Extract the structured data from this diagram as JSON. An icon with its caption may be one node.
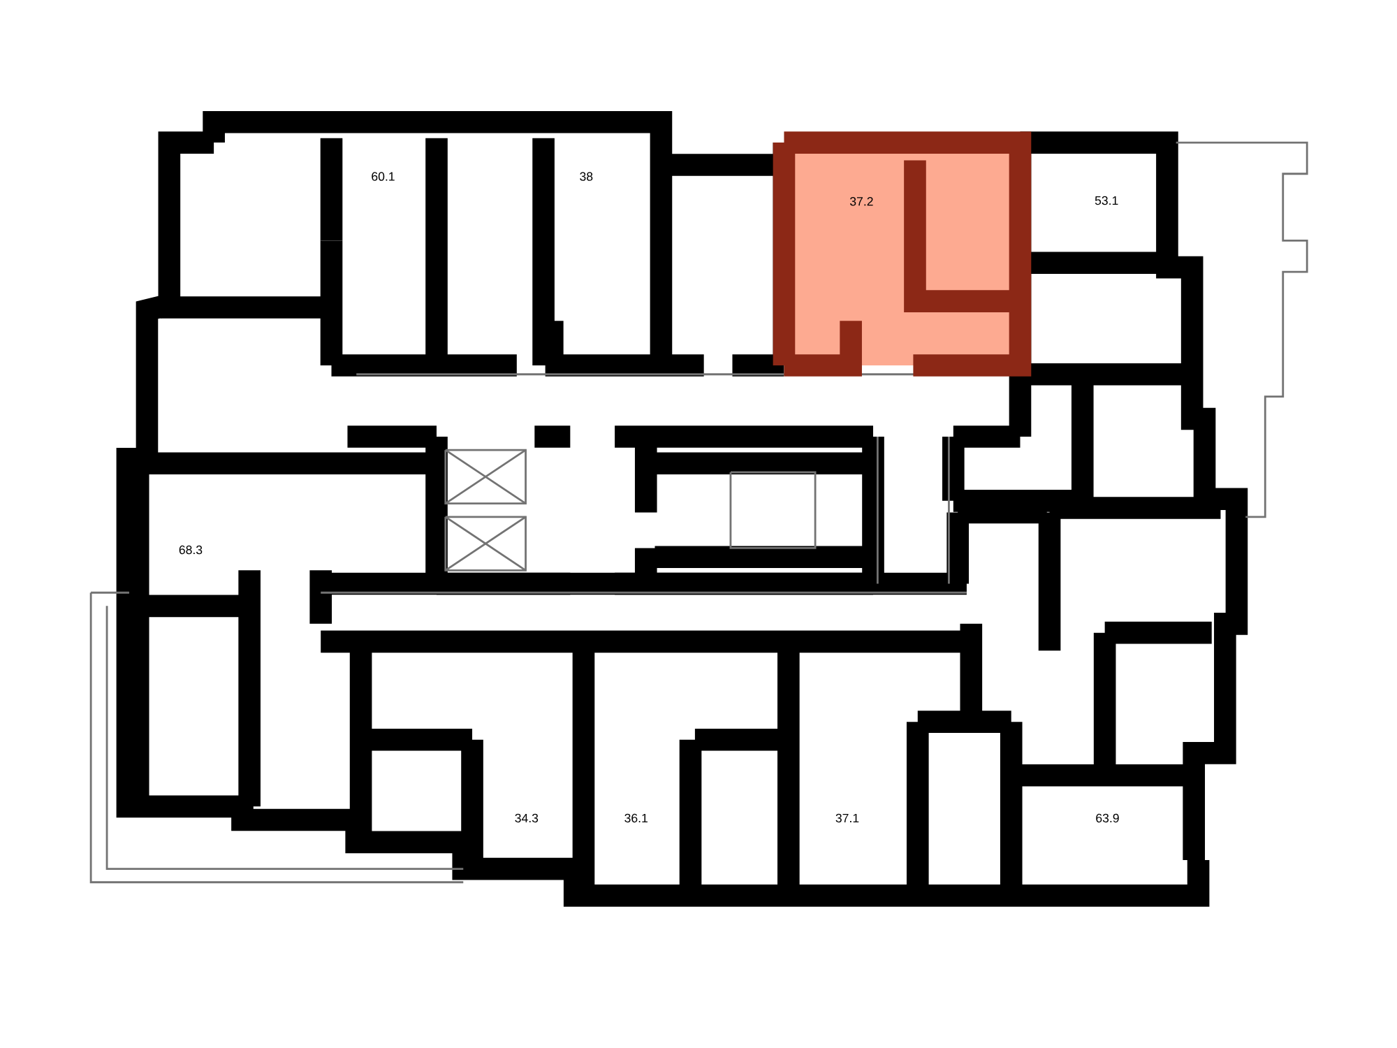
{
  "diagram": {
    "nodes": [
      {
        "text": [
          "37.2"
        ]
      }
    ],
    "labels": [
      "60.1",
      "38",
      "53.1",
      "68.3",
      "34.3",
      "36.1",
      "37.1",
      "63.9"
    ]
  }
}
